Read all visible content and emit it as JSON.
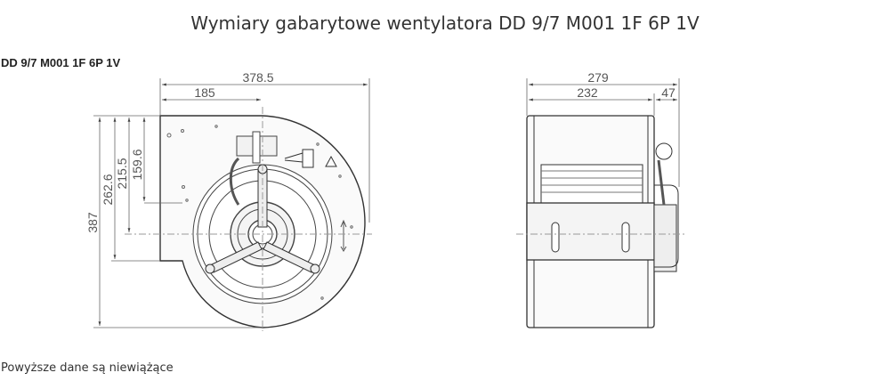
{
  "title": "Wymiary gabarytowe wentylatora DD 9/7 M001 1F 6P 1V",
  "model": "DD 9/7 M001 1F 6P 1V",
  "footer": "Powyższe dane są niewiążące",
  "front_view": {
    "dims": {
      "overall_width": "378.5",
      "axis_offset": "185",
      "overall_height": "387",
      "outlet_height": "262.6",
      "axis_height": "215.5",
      "inlet_height": "159.6"
    }
  },
  "side_view": {
    "dims": {
      "overall_depth": "279",
      "housing_depth": "232",
      "motor_protrusion": "47"
    }
  }
}
